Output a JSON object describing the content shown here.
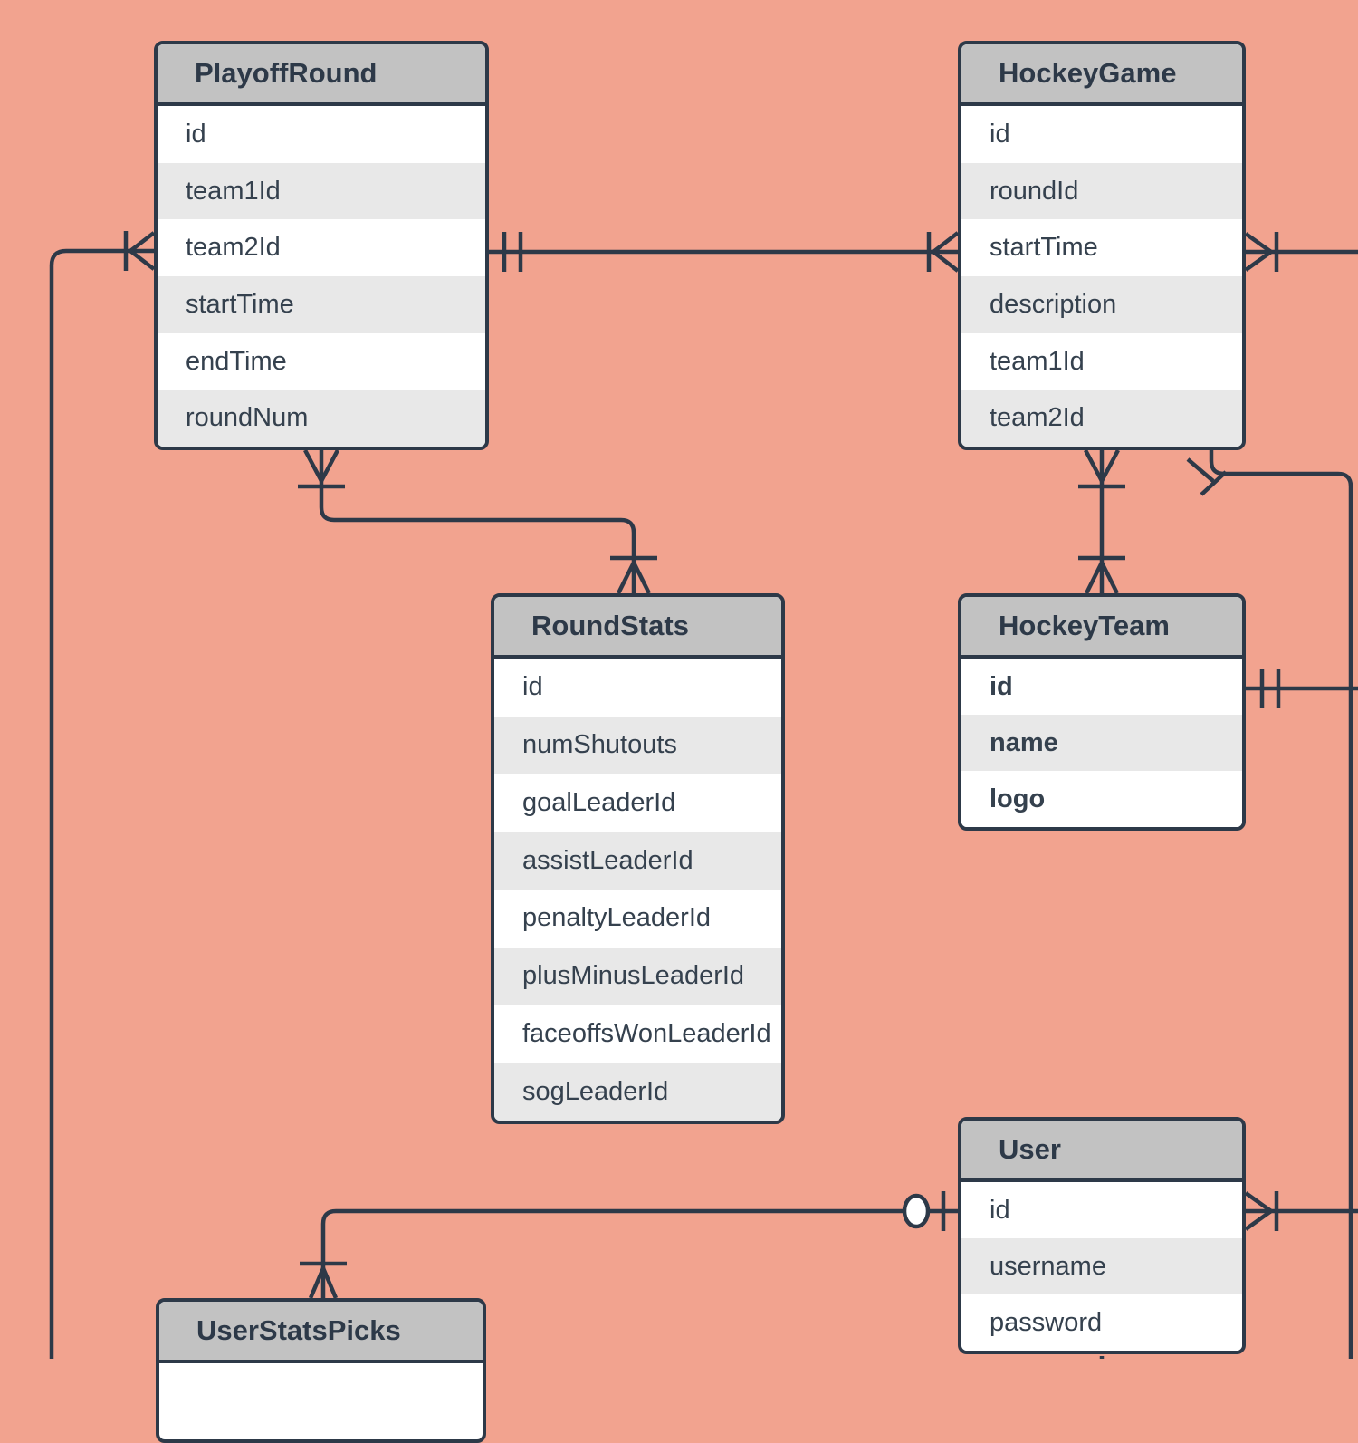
{
  "canvas": {
    "background_color": "#F2A38F",
    "line_color": "#2D3948",
    "entity_header_fill": "#C2C2C2",
    "entity_row_fill": "#FFFFFF",
    "entity_row_alt_fill": "#E8E8E8",
    "entity_border_color": "#2D3948",
    "text_color": "#35414E"
  },
  "entities": [
    {
      "name": "PlayoffRound",
      "fields": [
        "id",
        "team1Id",
        "team2Id",
        "startTime",
        "endTime",
        "roundNum"
      ],
      "bold_fields": false
    },
    {
      "name": "HockeyGame",
      "fields": [
        "id",
        "roundId",
        "startTime",
        "description",
        "team1Id",
        "team2Id"
      ],
      "bold_fields": false
    },
    {
      "name": "RoundStats",
      "fields": [
        "id",
        "numShutouts",
        "goalLeaderId",
        "assistLeaderId",
        "penaltyLeaderId",
        "plusMinusLeaderId",
        "faceoffsWonLeaderId",
        "sogLeaderId"
      ],
      "bold_fields": false
    },
    {
      "name": "HockeyTeam",
      "fields": [
        "id",
        "name",
        "logo"
      ],
      "bold_fields": true
    },
    {
      "name": "User",
      "fields": [
        "id",
        "username",
        "password"
      ],
      "bold_fields": false
    },
    {
      "name": "UserStatsPicks",
      "fields": [],
      "bold_fields": false
    }
  ],
  "relationships": [
    {
      "from": "PlayoffRound",
      "to": "HockeyGame",
      "from_cardinality": "exactly-one",
      "to_cardinality": "one-or-many"
    },
    {
      "from": "PlayoffRound",
      "to": "off-canvas-bottom-left",
      "from_cardinality": "one-or-many",
      "to_cardinality": "cut-off"
    },
    {
      "from": "PlayoffRound",
      "to": "RoundStats",
      "from_cardinality": "one-or-many",
      "to_cardinality": "one-or-many"
    },
    {
      "from": "HockeyGame",
      "to": "HockeyTeam",
      "from_cardinality": "one-or-many",
      "to_cardinality": "one-or-many"
    },
    {
      "from": "HockeyGame",
      "to": "off-canvas-right",
      "from_cardinality": "one-or-many",
      "to_cardinality": "cut-off"
    },
    {
      "from": "HockeyGame",
      "to": "off-canvas-bottom-right",
      "from_cardinality": "one-or-many",
      "to_cardinality": "cut-off"
    },
    {
      "from": "HockeyTeam",
      "to": "off-canvas-right",
      "from_cardinality": "exactly-one",
      "to_cardinality": "cut-off"
    },
    {
      "from": "User",
      "to": "UserStatsPicks",
      "from_cardinality": "zero-or-one",
      "to_cardinality": "one-or-many"
    },
    {
      "from": "User",
      "to": "off-canvas-right",
      "from_cardinality": "one-or-many",
      "to_cardinality": "cut-off"
    },
    {
      "from": "User",
      "to": "off-canvas-bottom",
      "from_cardinality": "cut-off",
      "to_cardinality": "cut-off"
    }
  ]
}
